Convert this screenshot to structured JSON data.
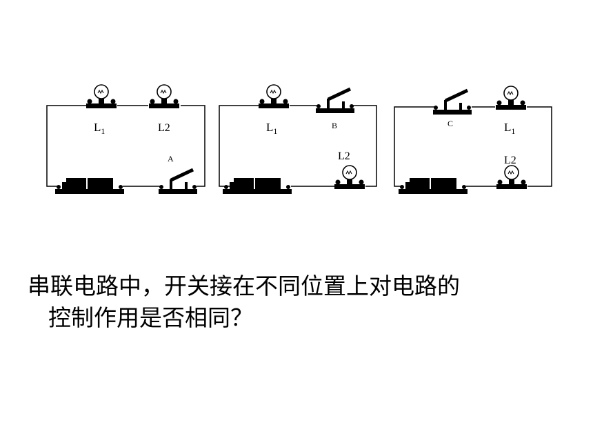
{
  "circuits": [
    {
      "label_l1": "L",
      "label_l1_sub": "1",
      "label_l2": "L2",
      "switch_label": "A"
    },
    {
      "label_l1": "L",
      "label_l1_sub": "1",
      "label_l2": "L2",
      "switch_label": "B"
    },
    {
      "label_l1": "L",
      "label_l1_sub": "1",
      "label_l2": "L2",
      "switch_label": "C"
    }
  ],
  "question": {
    "line1": "串联电路中，开关接在不同位置上对电路的",
    "line2": "控制作用是否相同？"
  },
  "colors": {
    "ink": "#000000",
    "background": "#ffffff"
  }
}
